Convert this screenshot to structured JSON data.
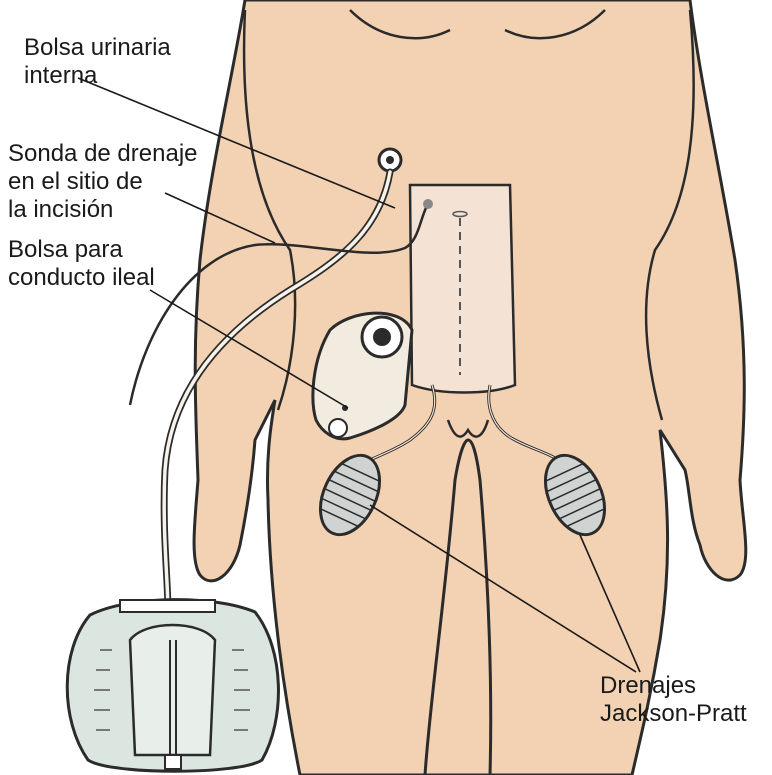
{
  "labels": {
    "internal_bag": [
      "Bolsa urinaria",
      "interna"
    ],
    "drain_tube": [
      "Sonda de drenaje",
      "en el sitio de",
      "la incisión"
    ],
    "ileal_bag": [
      "Bolsa para",
      "conducto ileal"
    ],
    "jp_drains": [
      "Drenajes",
      "Jackson-Pratt"
    ]
  },
  "colors": {
    "skin": "#f3d2b3",
    "outline": "#2b2b2b",
    "dressing": "#f4e3d4",
    "collection_bag": "#dbe6e1",
    "drain_bulb": "#cfd3d2",
    "stoma_bag": "#f1ebe0"
  }
}
